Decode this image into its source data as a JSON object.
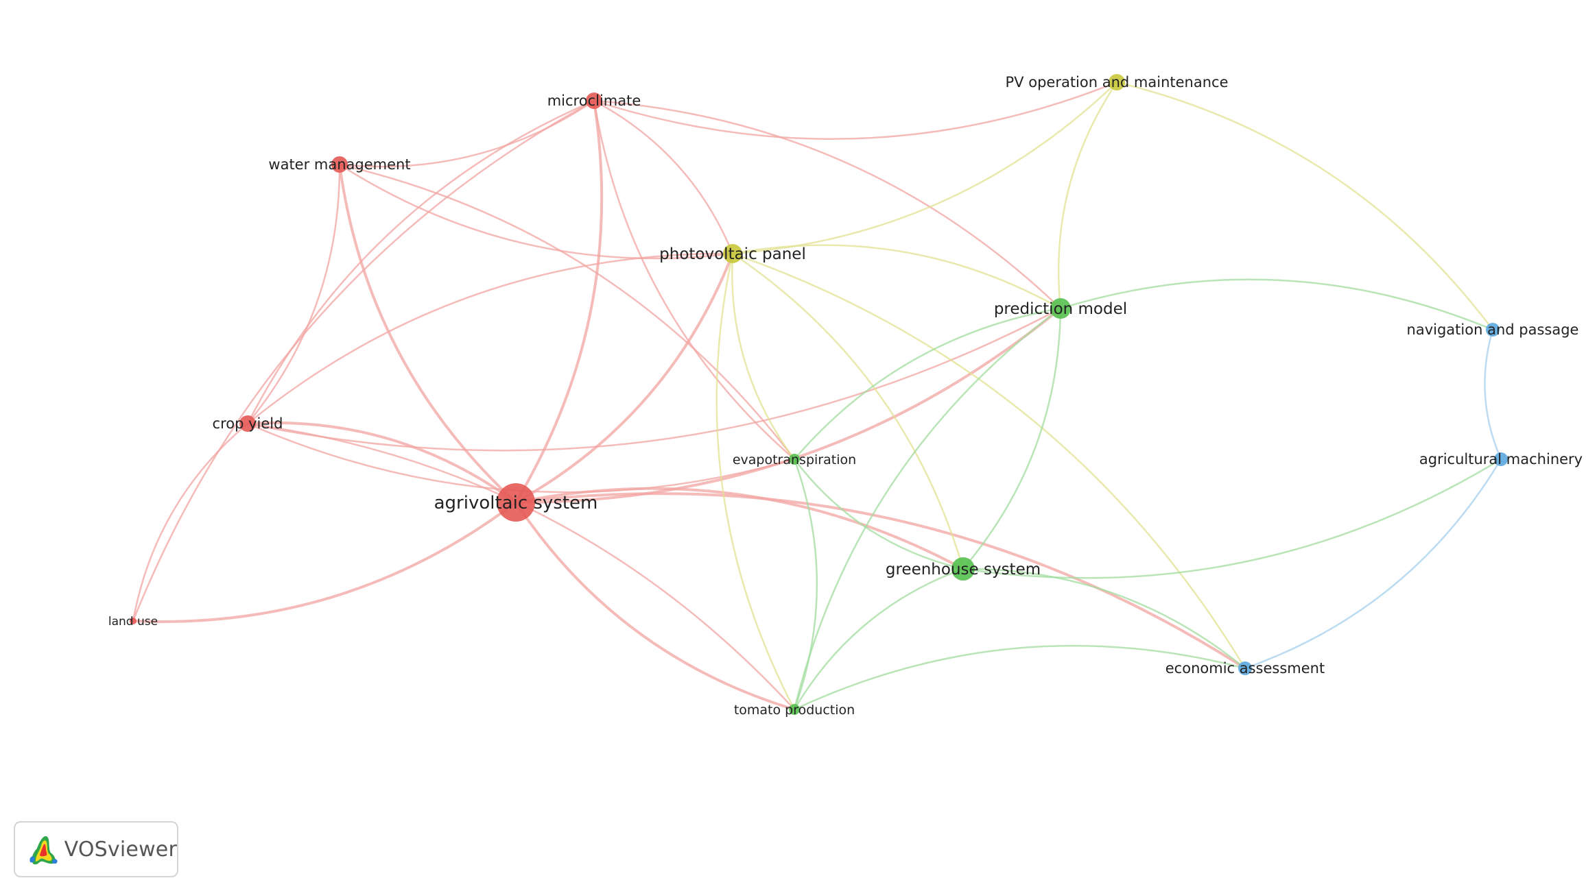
{
  "app": {
    "name": "VOSviewer"
  },
  "clusters": {
    "red": "#e65a56",
    "yellow": "#c9c83a",
    "green": "#55c04e",
    "blue": "#5aa7de"
  },
  "nodes": [
    {
      "id": "agrivoltaic-system",
      "label": "agrivoltaic system",
      "cluster": "red"
    },
    {
      "id": "microclimate",
      "label": "microclimate",
      "cluster": "red"
    },
    {
      "id": "water-management",
      "label": "water management",
      "cluster": "red"
    },
    {
      "id": "crop-yield",
      "label": "crop yield",
      "cluster": "red"
    },
    {
      "id": "land-use",
      "label": "land use",
      "cluster": "red"
    },
    {
      "id": "photovoltaic-panel",
      "label": "photovoltaic panel",
      "cluster": "yellow"
    },
    {
      "id": "pv-operation",
      "label": "PV operation and maintenance",
      "cluster": "yellow"
    },
    {
      "id": "prediction-model",
      "label": "prediction model",
      "cluster": "green"
    },
    {
      "id": "evapotranspiration",
      "label": "evapotranspiration",
      "cluster": "green"
    },
    {
      "id": "greenhouse-system",
      "label": "greenhouse system",
      "cluster": "green"
    },
    {
      "id": "tomato-production",
      "label": "tomato production",
      "cluster": "green"
    },
    {
      "id": "navigation-passage",
      "label": "navigation and passage",
      "cluster": "blue"
    },
    {
      "id": "agricultural-machinery",
      "label": "agricultural machinery",
      "cluster": "blue"
    },
    {
      "id": "economic-assessment",
      "label": "economic assessment",
      "cluster": "blue"
    }
  ],
  "links": [
    [
      "agrivoltaic-system",
      "microclimate"
    ],
    [
      "agrivoltaic-system",
      "water-management"
    ],
    [
      "agrivoltaic-system",
      "crop-yield"
    ],
    [
      "agrivoltaic-system",
      "land-use"
    ],
    [
      "agrivoltaic-system",
      "photovoltaic-panel"
    ],
    [
      "agrivoltaic-system",
      "greenhouse-system"
    ],
    [
      "agrivoltaic-system",
      "tomato-production"
    ],
    [
      "agrivoltaic-system",
      "economic-assessment"
    ],
    [
      "agrivoltaic-system",
      "prediction-model"
    ],
    [
      "microclimate",
      "water-management"
    ],
    [
      "microclimate",
      "crop-yield"
    ],
    [
      "microclimate",
      "photovoltaic-panel"
    ],
    [
      "microclimate",
      "pv-operation"
    ],
    [
      "microclimate",
      "prediction-model"
    ],
    [
      "microclimate",
      "evapotranspiration"
    ],
    [
      "water-management",
      "crop-yield"
    ],
    [
      "water-management",
      "photovoltaic-panel"
    ],
    [
      "water-management",
      "evapotranspiration"
    ],
    [
      "crop-yield",
      "land-use"
    ],
    [
      "crop-yield",
      "photovoltaic-panel"
    ],
    [
      "crop-yield",
      "evapotranspiration"
    ],
    [
      "crop-yield",
      "tomato-production"
    ],
    [
      "crop-yield",
      "prediction-model"
    ],
    [
      "land-use",
      "microclimate"
    ],
    [
      "photovoltaic-panel",
      "pv-operation"
    ],
    [
      "photovoltaic-panel",
      "prediction-model"
    ],
    [
      "photovoltaic-panel",
      "evapotranspiration"
    ],
    [
      "photovoltaic-panel",
      "greenhouse-system"
    ],
    [
      "photovoltaic-panel",
      "tomato-production"
    ],
    [
      "photovoltaic-panel",
      "economic-assessment"
    ],
    [
      "pv-operation",
      "prediction-model"
    ],
    [
      "pv-operation",
      "navigation-passage"
    ],
    [
      "prediction-model",
      "evapotranspiration"
    ],
    [
      "prediction-model",
      "greenhouse-system"
    ],
    [
      "prediction-model",
      "tomato-production"
    ],
    [
      "prediction-model",
      "navigation-passage"
    ],
    [
      "evapotranspiration",
      "greenhouse-system"
    ],
    [
      "evapotranspiration",
      "tomato-production"
    ],
    [
      "greenhouse-system",
      "tomato-production"
    ],
    [
      "greenhouse-system",
      "economic-assessment"
    ],
    [
      "greenhouse-system",
      "agricultural-machinery"
    ],
    [
      "tomato-production",
      "economic-assessment"
    ],
    [
      "navigation-passage",
      "agricultural-machinery"
    ],
    [
      "agricultural-machinery",
      "economic-assessment"
    ]
  ]
}
